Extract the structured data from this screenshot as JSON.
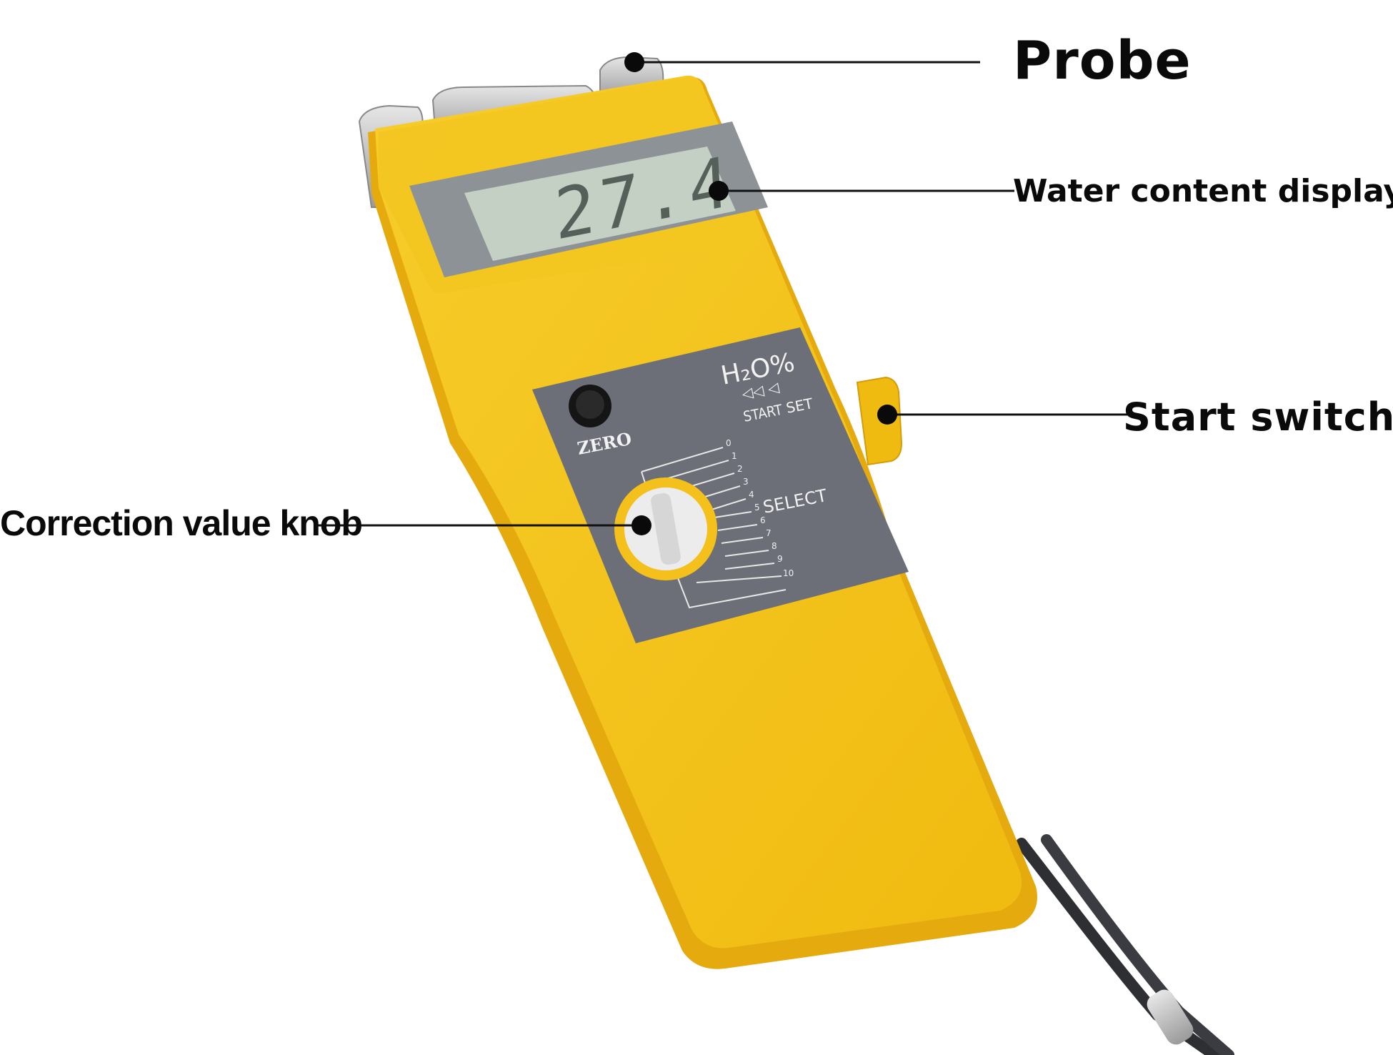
{
  "labels": {
    "probe": "Probe",
    "water_content_display": "Water content display",
    "start_switch": "Start switch",
    "correction_value_knob": "Correction value knob"
  },
  "device": {
    "lcd_reading": "27.4",
    "zero_label": "ZERO",
    "h2o_label": "H₂O%",
    "start_label": "START",
    "set_label": "SET",
    "select_label": "SELECT",
    "scale_ticks": [
      "0",
      "1",
      "2",
      "3",
      "4",
      "5",
      "6",
      "7",
      "8",
      "9",
      "10"
    ]
  },
  "colors": {
    "body_yellow": "#f5c518",
    "body_shadow": "#e0a90f",
    "panel_gray": "#6e7179",
    "lcd_green": "#c8d3c6",
    "label_black": "#0a0a0a"
  }
}
